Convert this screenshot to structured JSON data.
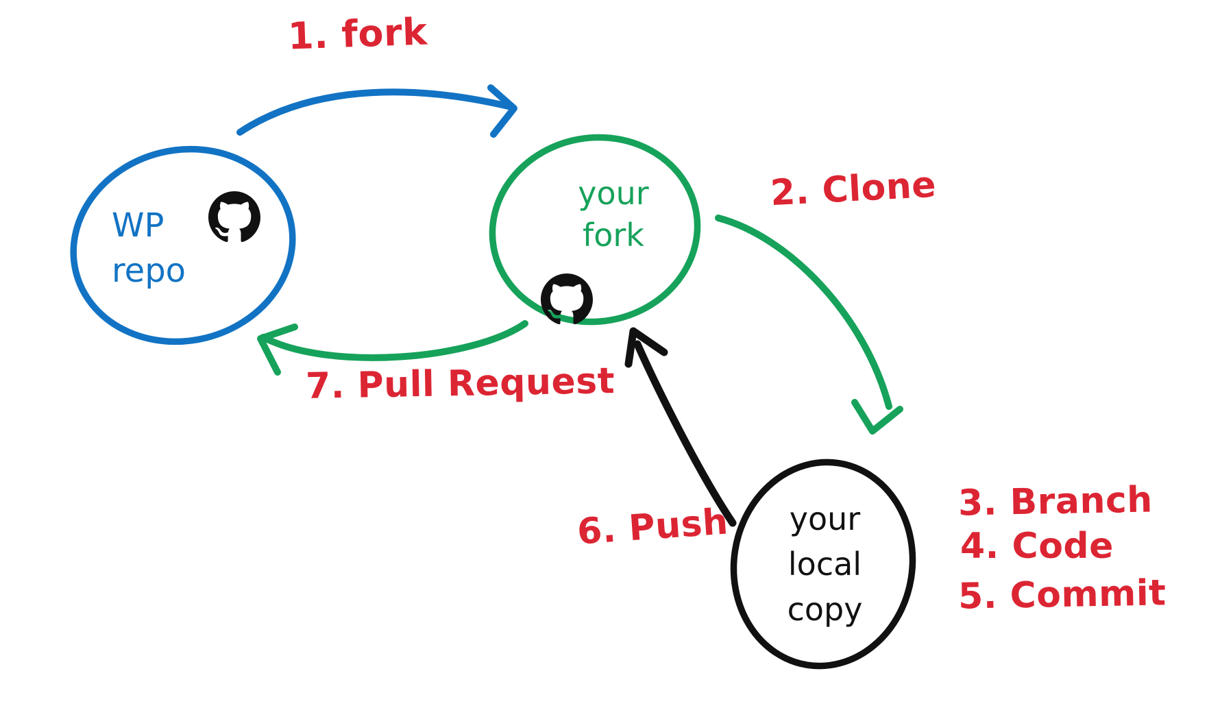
{
  "colors": {
    "blue": "#1273c4",
    "green": "#16a25a",
    "red": "#dc2533",
    "black": "#111111",
    "background": "#ffffff"
  },
  "nodes": {
    "wp_repo": {
      "lines": [
        "WP",
        "repo"
      ]
    },
    "your_fork": {
      "lines": [
        "your",
        "fork"
      ]
    },
    "local_copy": {
      "lines": [
        "your",
        "local",
        "copy"
      ]
    }
  },
  "labels": {
    "step1": "1. fork",
    "step2": "2. Clone",
    "step3": "3. Branch",
    "step4": "4. Code",
    "step5": "5. Commit",
    "step6": "6. Push",
    "step7": "7. Pull Request"
  },
  "icons": {
    "github": "github-octocat-mark"
  }
}
